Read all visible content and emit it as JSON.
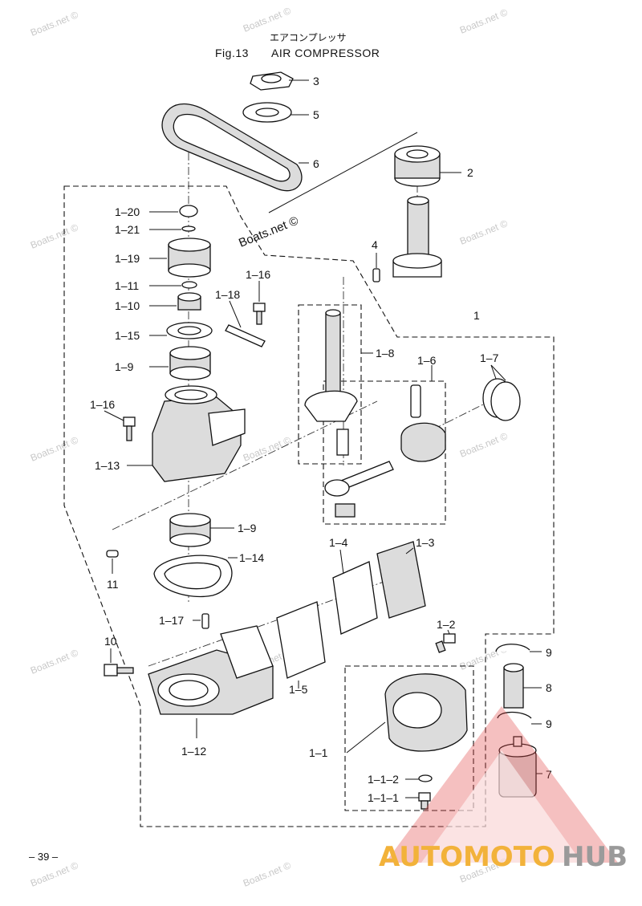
{
  "header": {
    "title_jp": "エアコンプレッサ",
    "fig_label": "Fig.13",
    "title_en": "AIR COMPRESSOR"
  },
  "watermarks": {
    "site": "Boats.net ©",
    "site_center": "Boats.net ©"
  },
  "page_number": "– 39 –",
  "logo": {
    "word_a": "AUTOMOTO",
    "word_b": "HUB",
    "triangle_color": "#e24a4a",
    "color_a": "#f2b23a",
    "color_b": "#9a9a9a"
  },
  "callouts": {
    "c3": "3",
    "c5": "5",
    "c6": "6",
    "c2": "2",
    "c4": "4",
    "c1": "1",
    "c1_20": "1–20",
    "c1_21": "1–21",
    "c1_19": "1–19",
    "c1_11": "1–11",
    "c1_10": "1–10",
    "c1_15": "1–15",
    "c1_9a": "1–9",
    "c1_16a": "1–16",
    "c1_18": "1–18",
    "c1_16b": "1–16",
    "c1_13": "1–13",
    "c1_8": "1–8",
    "c1_6": "1–6",
    "c1_7": "1–7",
    "c1_9b": "1–9",
    "c1_14": "1–14",
    "c11": "11",
    "c1_4": "1–4",
    "c1_3": "1–3",
    "c1_17": "1–17",
    "c10": "10",
    "c1_5": "1–5",
    "c1_2": "1–2",
    "c9a": "9",
    "c8": "8",
    "c9b": "9",
    "c1_12": "1–12",
    "c1_1": "1–1",
    "c1_1_2": "1–1–2",
    "c1_1_1": "1–1–1",
    "c7": "7"
  }
}
